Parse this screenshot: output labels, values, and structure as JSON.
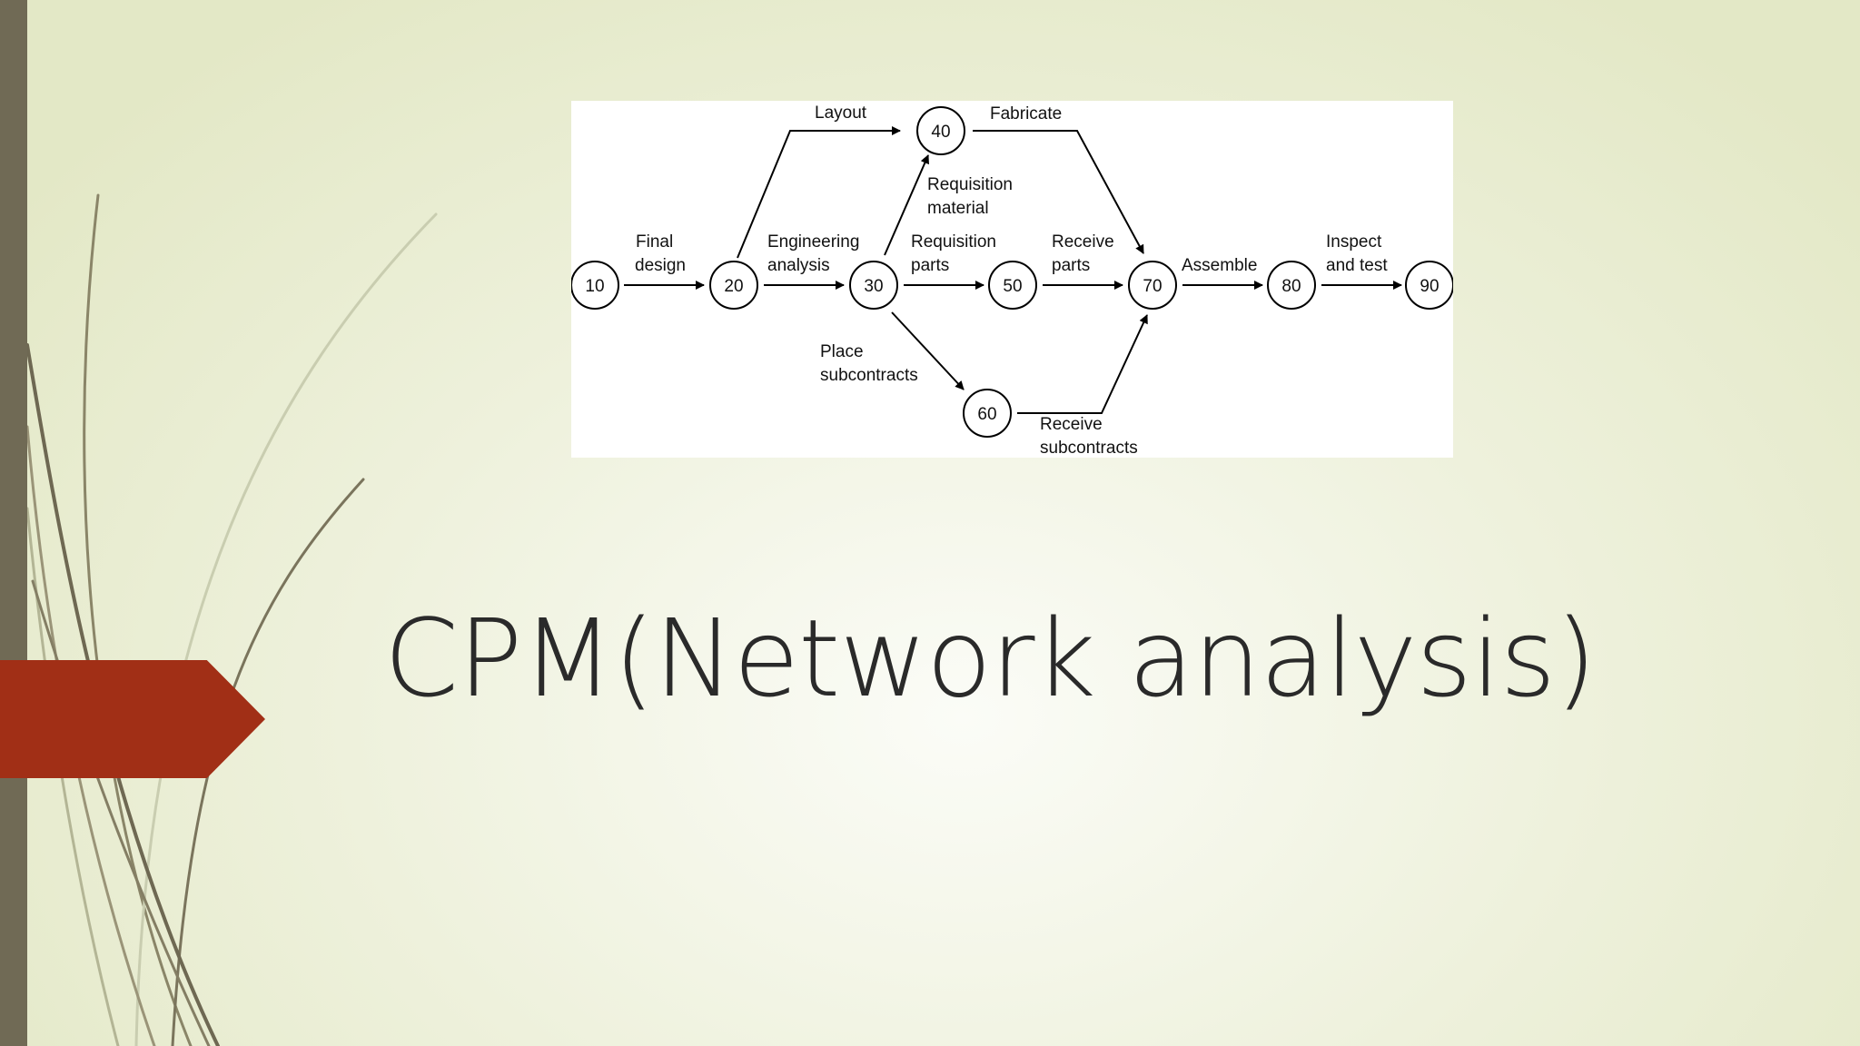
{
  "slide": {
    "title": "CPM(Network analysis)",
    "colors": {
      "accent_arrow": "#a12f16",
      "left_bar": "#706a55",
      "background": "#eef1dc"
    }
  },
  "network": {
    "nodes": [
      "10",
      "20",
      "30",
      "40",
      "50",
      "60",
      "70",
      "80",
      "90"
    ],
    "activities": [
      {
        "from": "10",
        "to": "20",
        "label_line1": "Final",
        "label_line2": "design"
      },
      {
        "from": "20",
        "to": "40",
        "label_line1": "Layout",
        "label_line2": ""
      },
      {
        "from": "20",
        "to": "30",
        "label_line1": "Engineering",
        "label_line2": "analysis"
      },
      {
        "from": "30",
        "to": "40",
        "label_line1": "Requisition",
        "label_line2": "material"
      },
      {
        "from": "40",
        "to": "70",
        "label_line1": "Fabricate",
        "label_line2": ""
      },
      {
        "from": "30",
        "to": "50",
        "label_line1": "Requisition",
        "label_line2": "parts"
      },
      {
        "from": "50",
        "to": "70",
        "label_line1": "Receive",
        "label_line2": "parts"
      },
      {
        "from": "30",
        "to": "60",
        "label_line1": "Place",
        "label_line2": "subcontracts"
      },
      {
        "from": "60",
        "to": "70",
        "label_line1": "Receive",
        "label_line2": "subcontracts"
      },
      {
        "from": "70",
        "to": "80",
        "label_line1": "Assemble",
        "label_line2": ""
      },
      {
        "from": "80",
        "to": "90",
        "label_line1": "Inspect",
        "label_line2": "and test"
      }
    ]
  }
}
